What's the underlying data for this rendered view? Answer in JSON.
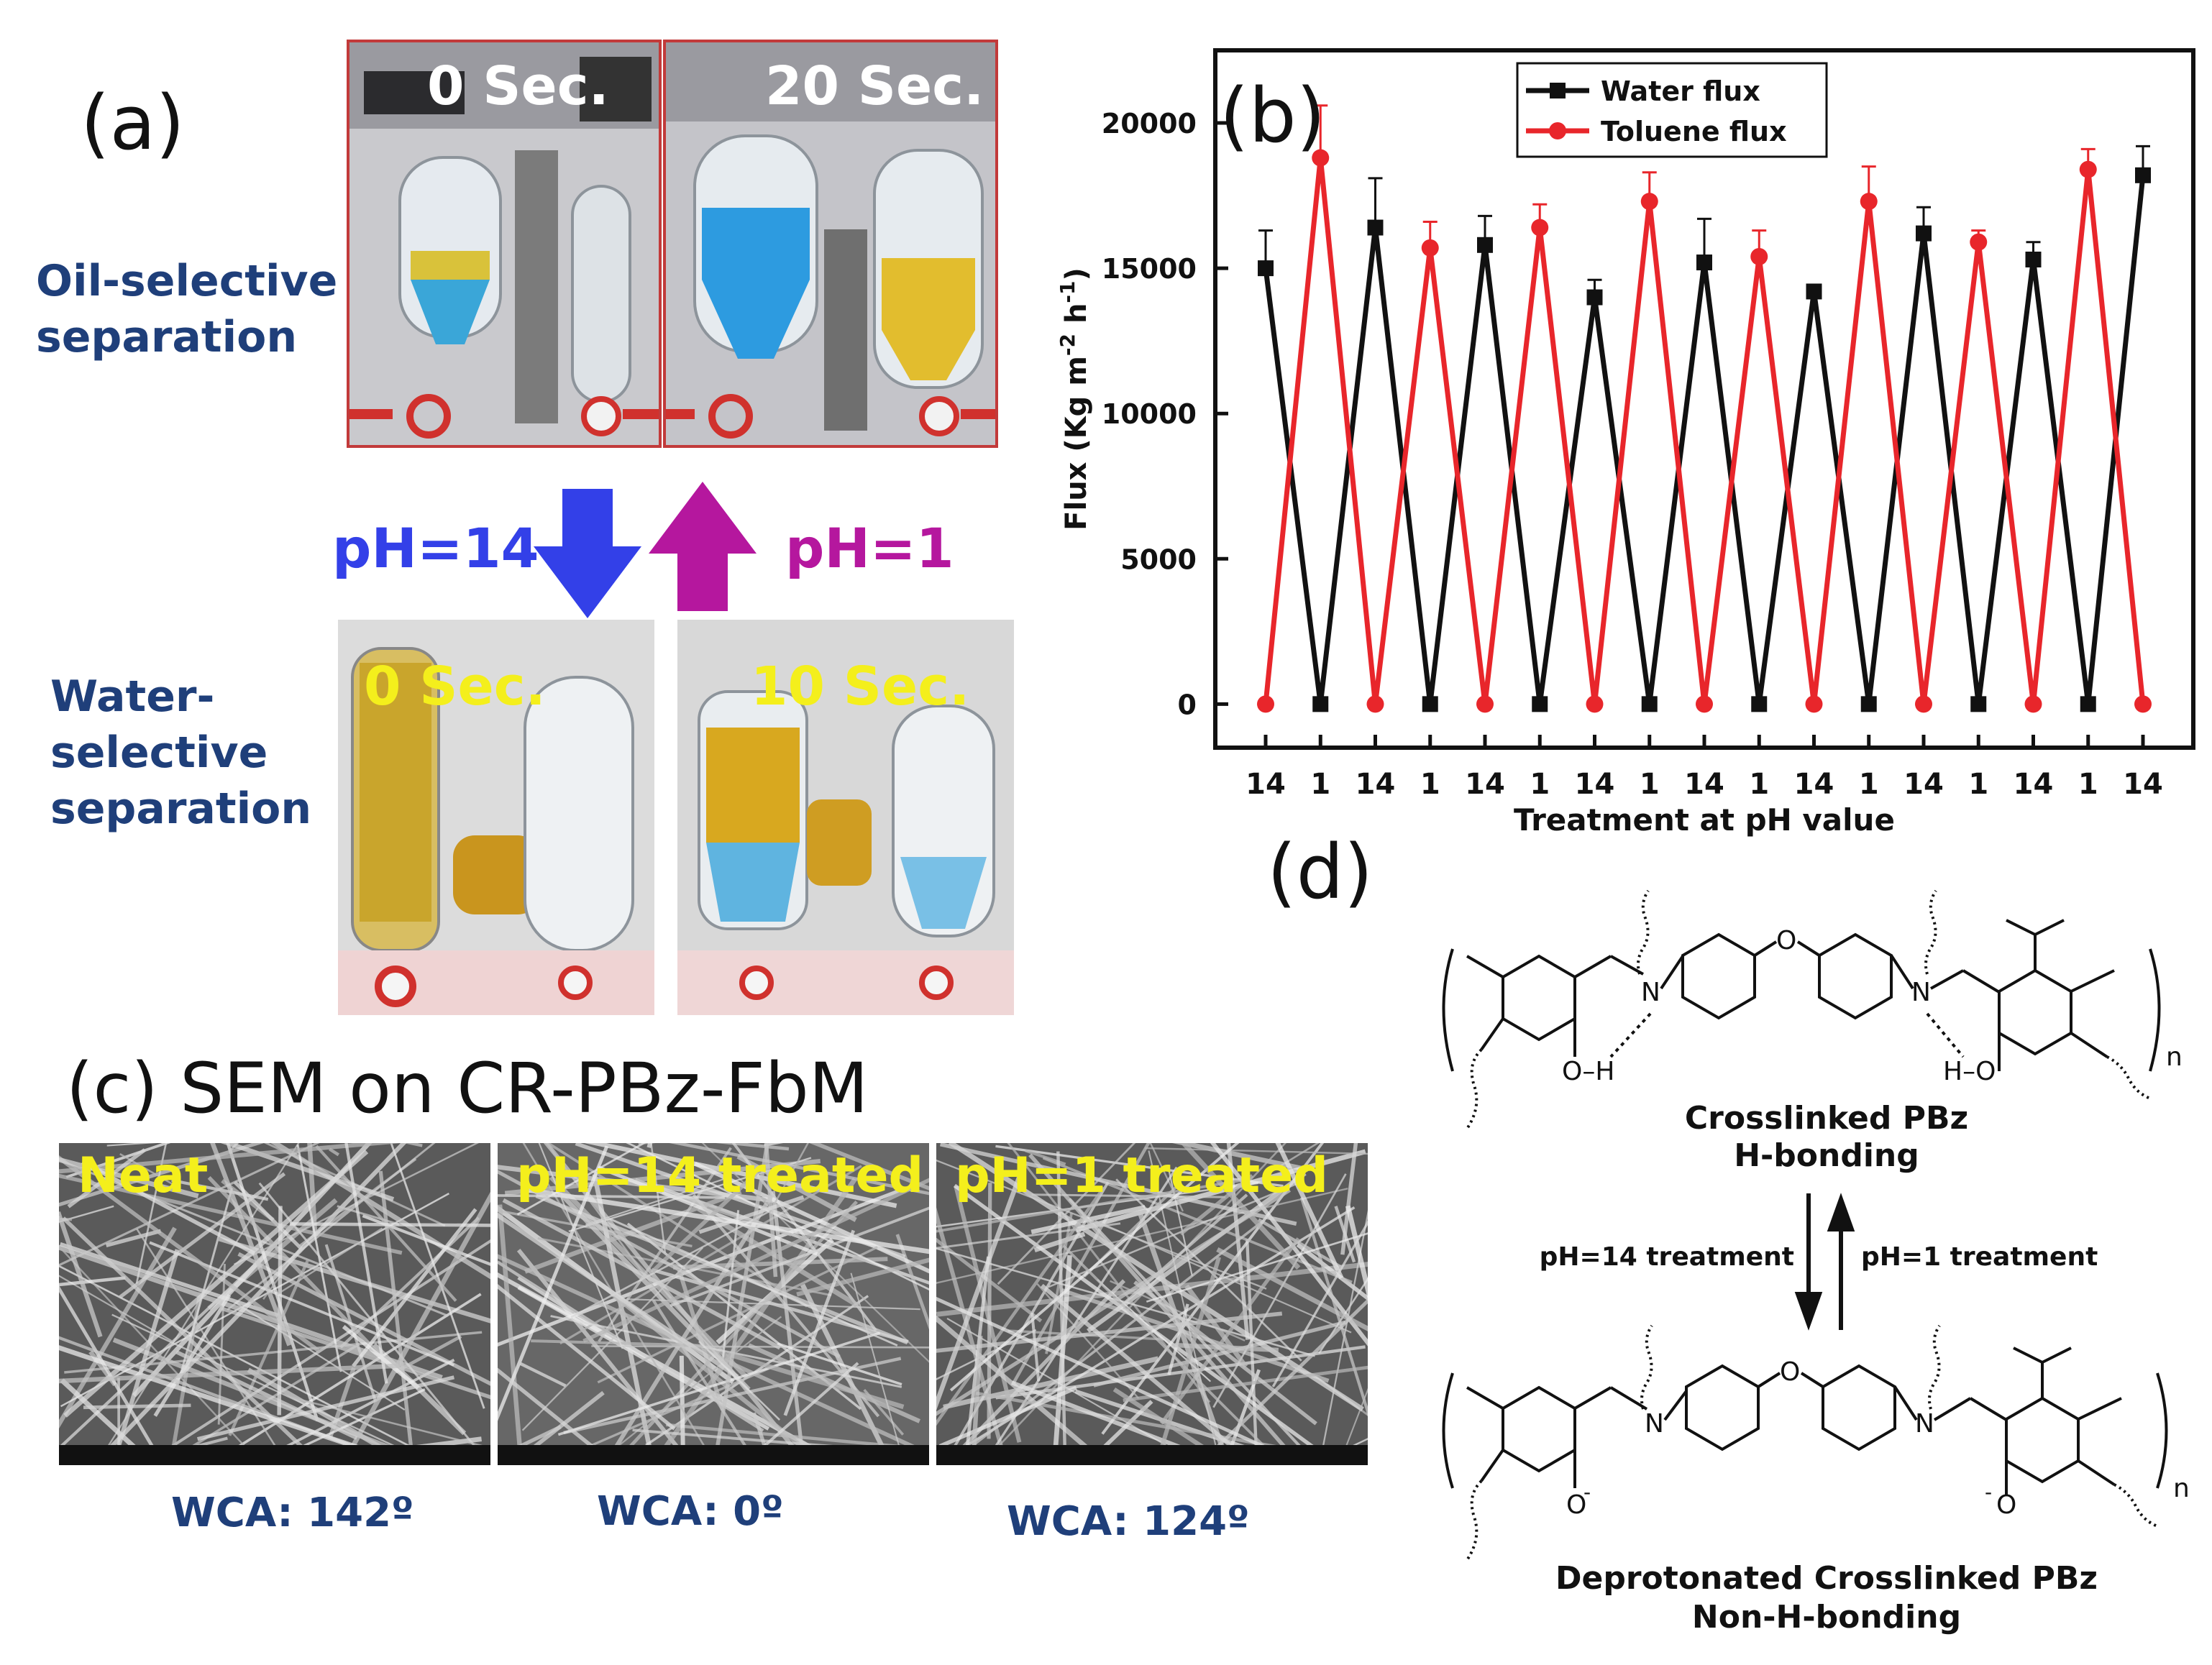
{
  "panel_a": {
    "letter": "(a)",
    "oil_label": [
      "Oil-selective",
      "separation"
    ],
    "water_label": [
      "Water-",
      "selective",
      "separation"
    ],
    "photos": [
      {
        "time": "0 Sec."
      },
      {
        "time": "20 Sec."
      },
      {
        "time": "0 Sec."
      },
      {
        "time": "10 Sec."
      }
    ],
    "ph_down": "pH=14",
    "ph_up": "pH=1",
    "colors": {
      "ph_down": "#3340e8",
      "ph_up": "#b5179e",
      "time_top": "#ffffff",
      "time_bottom": "#f4ef1c"
    }
  },
  "panel_b": {
    "letter": "(b)"
  },
  "chart_data": {
    "type": "line",
    "title": "",
    "xlabel": "Treatment at pH value",
    "ylabel": "Flux (Kg m-2 h-1)",
    "ylabel_parts": {
      "main": "Flux (Kg m",
      "sup1": "-2",
      "mid": " h",
      "sup2": "-1",
      "end": ")"
    },
    "categories": [
      "14",
      "1",
      "14",
      "1",
      "14",
      "1",
      "14",
      "1",
      "14",
      "1",
      "14",
      "1",
      "14",
      "1",
      "14",
      "1",
      "14"
    ],
    "ylim": [
      -1500,
      22500
    ],
    "yticks": [
      0,
      5000,
      10000,
      15000,
      20000
    ],
    "ytick_labels": [
      "0",
      "5000",
      "10000",
      "15000",
      "20000"
    ],
    "legend_position": "top-left",
    "series": [
      {
        "name": "Water flux",
        "color": "#111111",
        "values": [
          15000,
          0,
          16400,
          0,
          15800,
          0,
          14000,
          0,
          15200,
          0,
          14200,
          0,
          16200,
          0,
          15300,
          0,
          18200
        ],
        "errors": [
          1300,
          0,
          1700,
          0,
          1000,
          0,
          600,
          0,
          1500,
          0,
          150,
          0,
          900,
          0,
          600,
          0,
          1000
        ]
      },
      {
        "name": "Toluene flux",
        "color": "#e8262b",
        "values": [
          0,
          18800,
          0,
          15700,
          0,
          16400,
          0,
          17300,
          0,
          15400,
          0,
          17300,
          0,
          15900,
          0,
          18400,
          0
        ],
        "errors": [
          0,
          1800,
          0,
          900,
          0,
          800,
          0,
          1000,
          0,
          900,
          0,
          1200,
          0,
          400,
          0,
          700,
          0
        ]
      }
    ]
  },
  "panel_c": {
    "title": "(c) SEM on CR-PBz-FbM",
    "images": [
      {
        "label": "Neat",
        "wca": "WCA: 142º"
      },
      {
        "label": "pH=14 treated",
        "wca": "WCA: 0º"
      },
      {
        "label": "pH=1 treated",
        "wca": "WCA: 124º"
      }
    ]
  },
  "panel_d": {
    "letter": "(d)",
    "top_name": [
      "Crosslinked PBz",
      "H-bonding"
    ],
    "bottom_name": [
      "Deprotonated Crosslinked PBz",
      "Non-H-bonding"
    ],
    "forward": "pH=14 treatment",
    "backward": "pH=1 treatment",
    "atoms": {
      "N": "N",
      "O": "O",
      "H": "H",
      "OH": "O–H",
      "HO": "H–O",
      "Ominus": "O",
      "charge": "-",
      "n": "n"
    }
  }
}
